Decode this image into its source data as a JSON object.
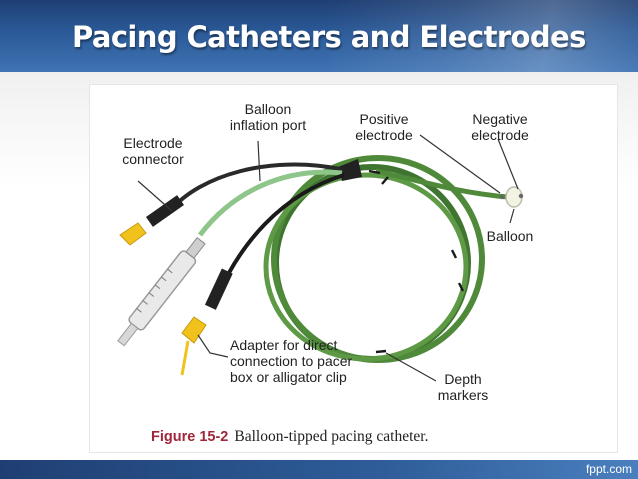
{
  "slide": {
    "title": "Pacing Catheters and Electrodes"
  },
  "figure": {
    "labels": {
      "balloon_inflation_port": "Balloon\ninflation port",
      "electrode_connector": "Electrode\nconnector",
      "positive_electrode": "Positive\nelectrode",
      "negative_electrode": "Negative\nelectrode",
      "balloon": "Balloon",
      "adapter": "Adapter for direct\nconnection to pacer\nbox or alligator clip",
      "depth_markers": "Depth\nmarkers"
    },
    "caption": {
      "number": "Figure 15-2",
      "text": "Balloon-tipped pacing catheter."
    }
  },
  "footer": {
    "brand": "fppt.com"
  },
  "colors": {
    "title_bar": "#2b5a98",
    "catheter_green": "#4f8a3a",
    "connector_yellow": "#f1c21b",
    "caption_red": "#a0263a"
  }
}
